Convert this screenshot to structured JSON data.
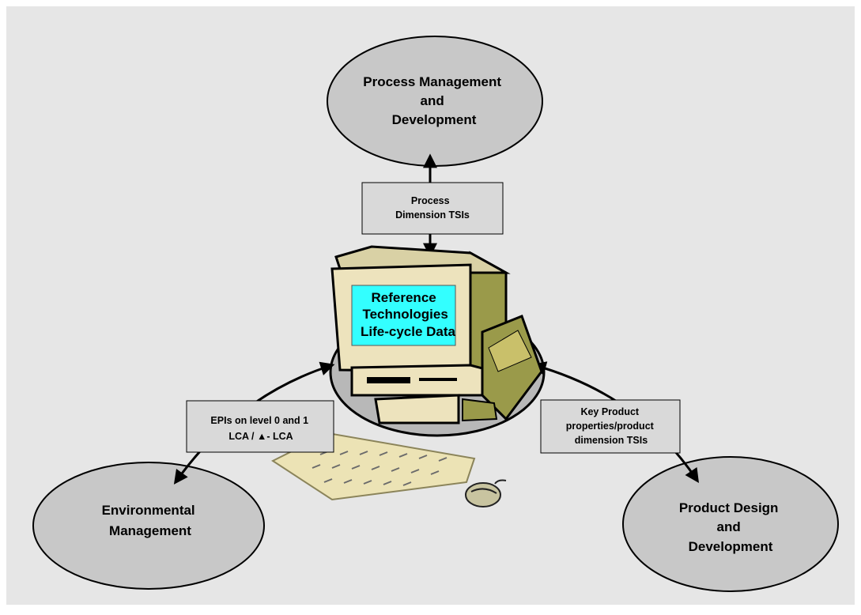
{
  "diagram": {
    "nodes": {
      "process": {
        "lines": [
          "Process Management",
          "and",
          "Development"
        ]
      },
      "environmental": {
        "lines": [
          "Environmental",
          "Management"
        ]
      },
      "product": {
        "lines": [
          "Product Design",
          "and",
          "Development"
        ]
      }
    },
    "center": {
      "lines": [
        "Reference",
        "Technologies",
        "Life-cycle Data"
      ]
    },
    "labels": {
      "process_tsi": {
        "lines": [
          "Process",
          "Dimension TSIs"
        ]
      },
      "epi": {
        "lines": [
          "EPIs on level 0 and 1",
          "LCA / ▲- LCA"
        ]
      },
      "product_tsi": {
        "lines": [
          "Key Product",
          "properties/product",
          "dimension TSIs"
        ]
      }
    },
    "colors": {
      "background": "#e6e6e6",
      "ellipse": "#c8c8c8",
      "label_box": "#d9d9d9",
      "screen": "#33ffff",
      "monitor_face": "#ede3bd",
      "monitor_side": "#9a9a4a"
    }
  }
}
